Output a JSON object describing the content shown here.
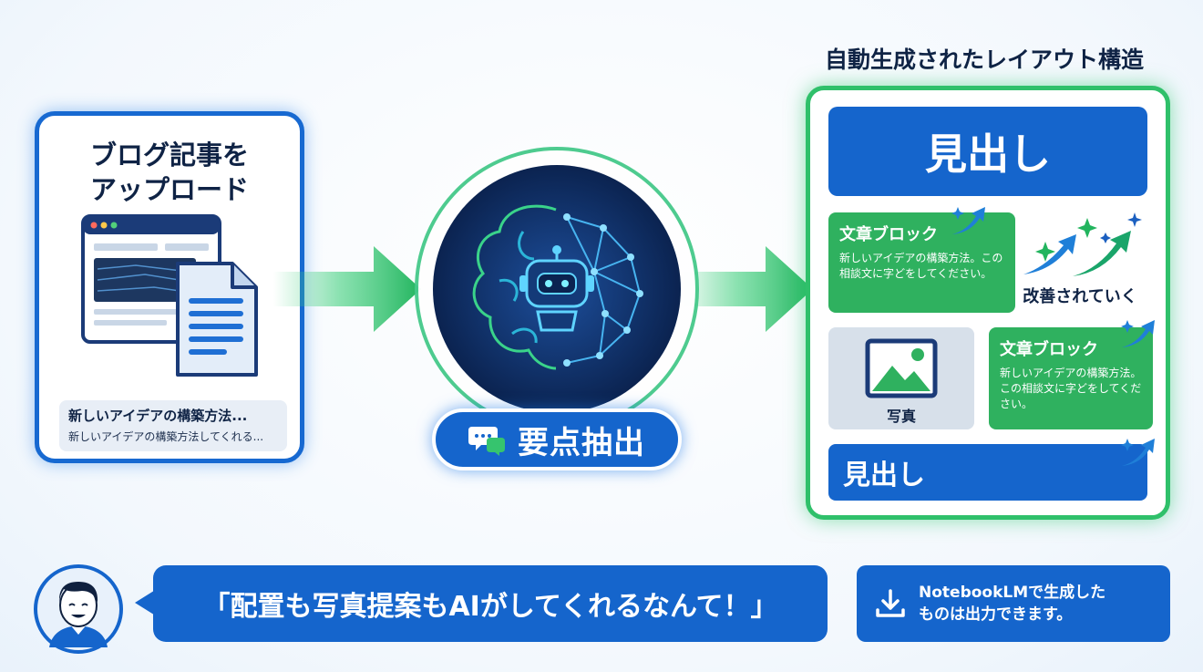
{
  "upload_card": {
    "title_lines": [
      "ブログ記事を",
      "アップロード"
    ],
    "excerpt_title": "新しいアイデアの構築方法...",
    "excerpt_body": "新しいアイデアの構築方法してくれる..."
  },
  "center": {
    "extract_label": "要点抽出"
  },
  "layout": {
    "title": "自動生成されたレイアウト構造",
    "heading_1": "見出し",
    "text_block_1": {
      "title": "文章ブロック",
      "body": "新しいアイデアの構築方法。この相談文に字どをしてください。"
    },
    "improve_label": "改善されていく",
    "photo_label": "写真",
    "text_block_2": {
      "title": "文章ブロック",
      "body": "新しいアイデアの構築方法。この相談文に字どをしてください。"
    },
    "heading_2": "見出し"
  },
  "bottom": {
    "quote": "「配置も写真提案もAIがしてくれるなんて！」",
    "export_lines": [
      "NotebookLMで生成した",
      "ものは出力できます。"
    ]
  },
  "colors": {
    "primary_blue": "#1565cc",
    "accent_green": "#2fb15f",
    "panel_border_green": "#2fc06a",
    "dark_navy": "#0f2345"
  },
  "icons": [
    "browser-window-icon",
    "document-icon",
    "brain-network-icon",
    "robot-icon",
    "chat-bubbles-icon",
    "image-icon",
    "sparkle-arrow-icon",
    "user-avatar-icon",
    "download-icon"
  ]
}
